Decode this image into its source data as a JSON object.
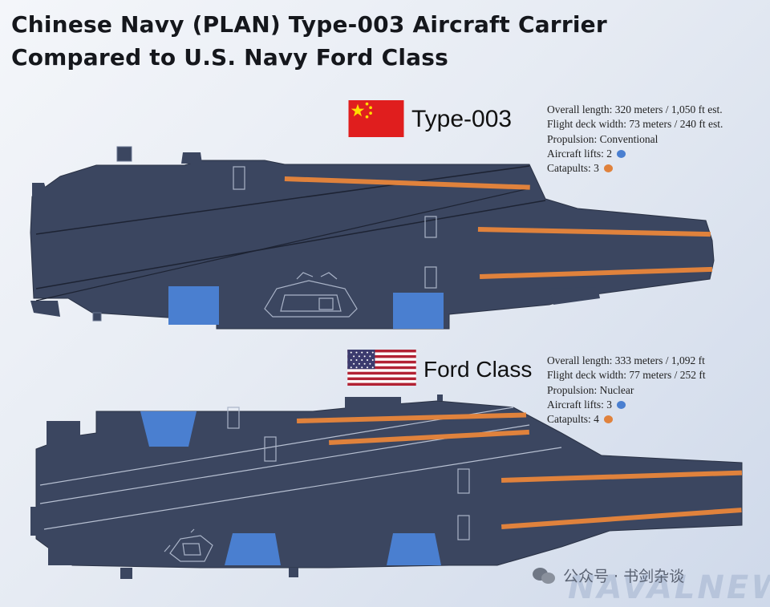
{
  "title": {
    "line1": "Chinese Navy (PLAN) Type-003 Aircraft Carrier",
    "line2": "Compared to U.S. Navy Ford Class"
  },
  "colors": {
    "hull": "#3b4660",
    "lift": "#4a7fd0",
    "catapult": "#e0823c",
    "china_red": "#e01e1e",
    "china_yellow": "#ffde00",
    "us_red": "#b22234",
    "us_blue": "#3c3b6e"
  },
  "type003": {
    "name": "Type-003",
    "flag": "china-flag",
    "specs": {
      "length": "Overall length: 320 meters / 1,050 ft est.",
      "width": "Flight deck width: 73 meters / 240 ft est.",
      "propulsion": "Propulsion: Conventional",
      "lifts": "Aircraft lifts: 2",
      "catapults": "Catapults: 3"
    }
  },
  "ford": {
    "name": "Ford Class",
    "flag": "us-flag",
    "specs": {
      "length": "Overall length: 333 meters /  1,092 ft",
      "width": "Flight deck width: 77 meters / 252 ft",
      "propulsion": "Propulsion: Nuclear",
      "lifts": "Aircraft lifts: 3",
      "catapults": "Catapults: 4"
    }
  },
  "watermark": {
    "text": "公众号 · 书剑杂谈",
    "logo": "NAVALNEWS"
  }
}
